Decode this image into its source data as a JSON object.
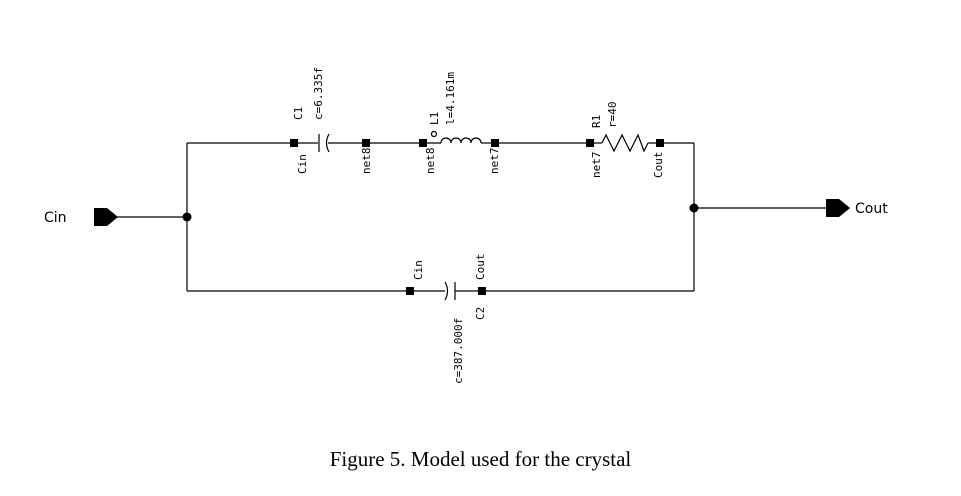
{
  "ports": {
    "input": "Cin",
    "output": "Cout"
  },
  "components": {
    "c1": {
      "name": "C1",
      "value": "c=6.335f",
      "pin_left": "Cin",
      "pin_right": "net8"
    },
    "l1": {
      "name": "L1",
      "value": "l=4.161m",
      "pin_left": "net8",
      "pin_right": "net7"
    },
    "r1": {
      "name": "R1",
      "value": "r=40",
      "pin_left": "net7",
      "pin_right": "Cout"
    },
    "c2": {
      "name": "C2",
      "value": "c=387.000f",
      "pin_left": "Cin",
      "pin_right": "Cout"
    }
  },
  "caption": "Figure 5. Model used for the crystal"
}
